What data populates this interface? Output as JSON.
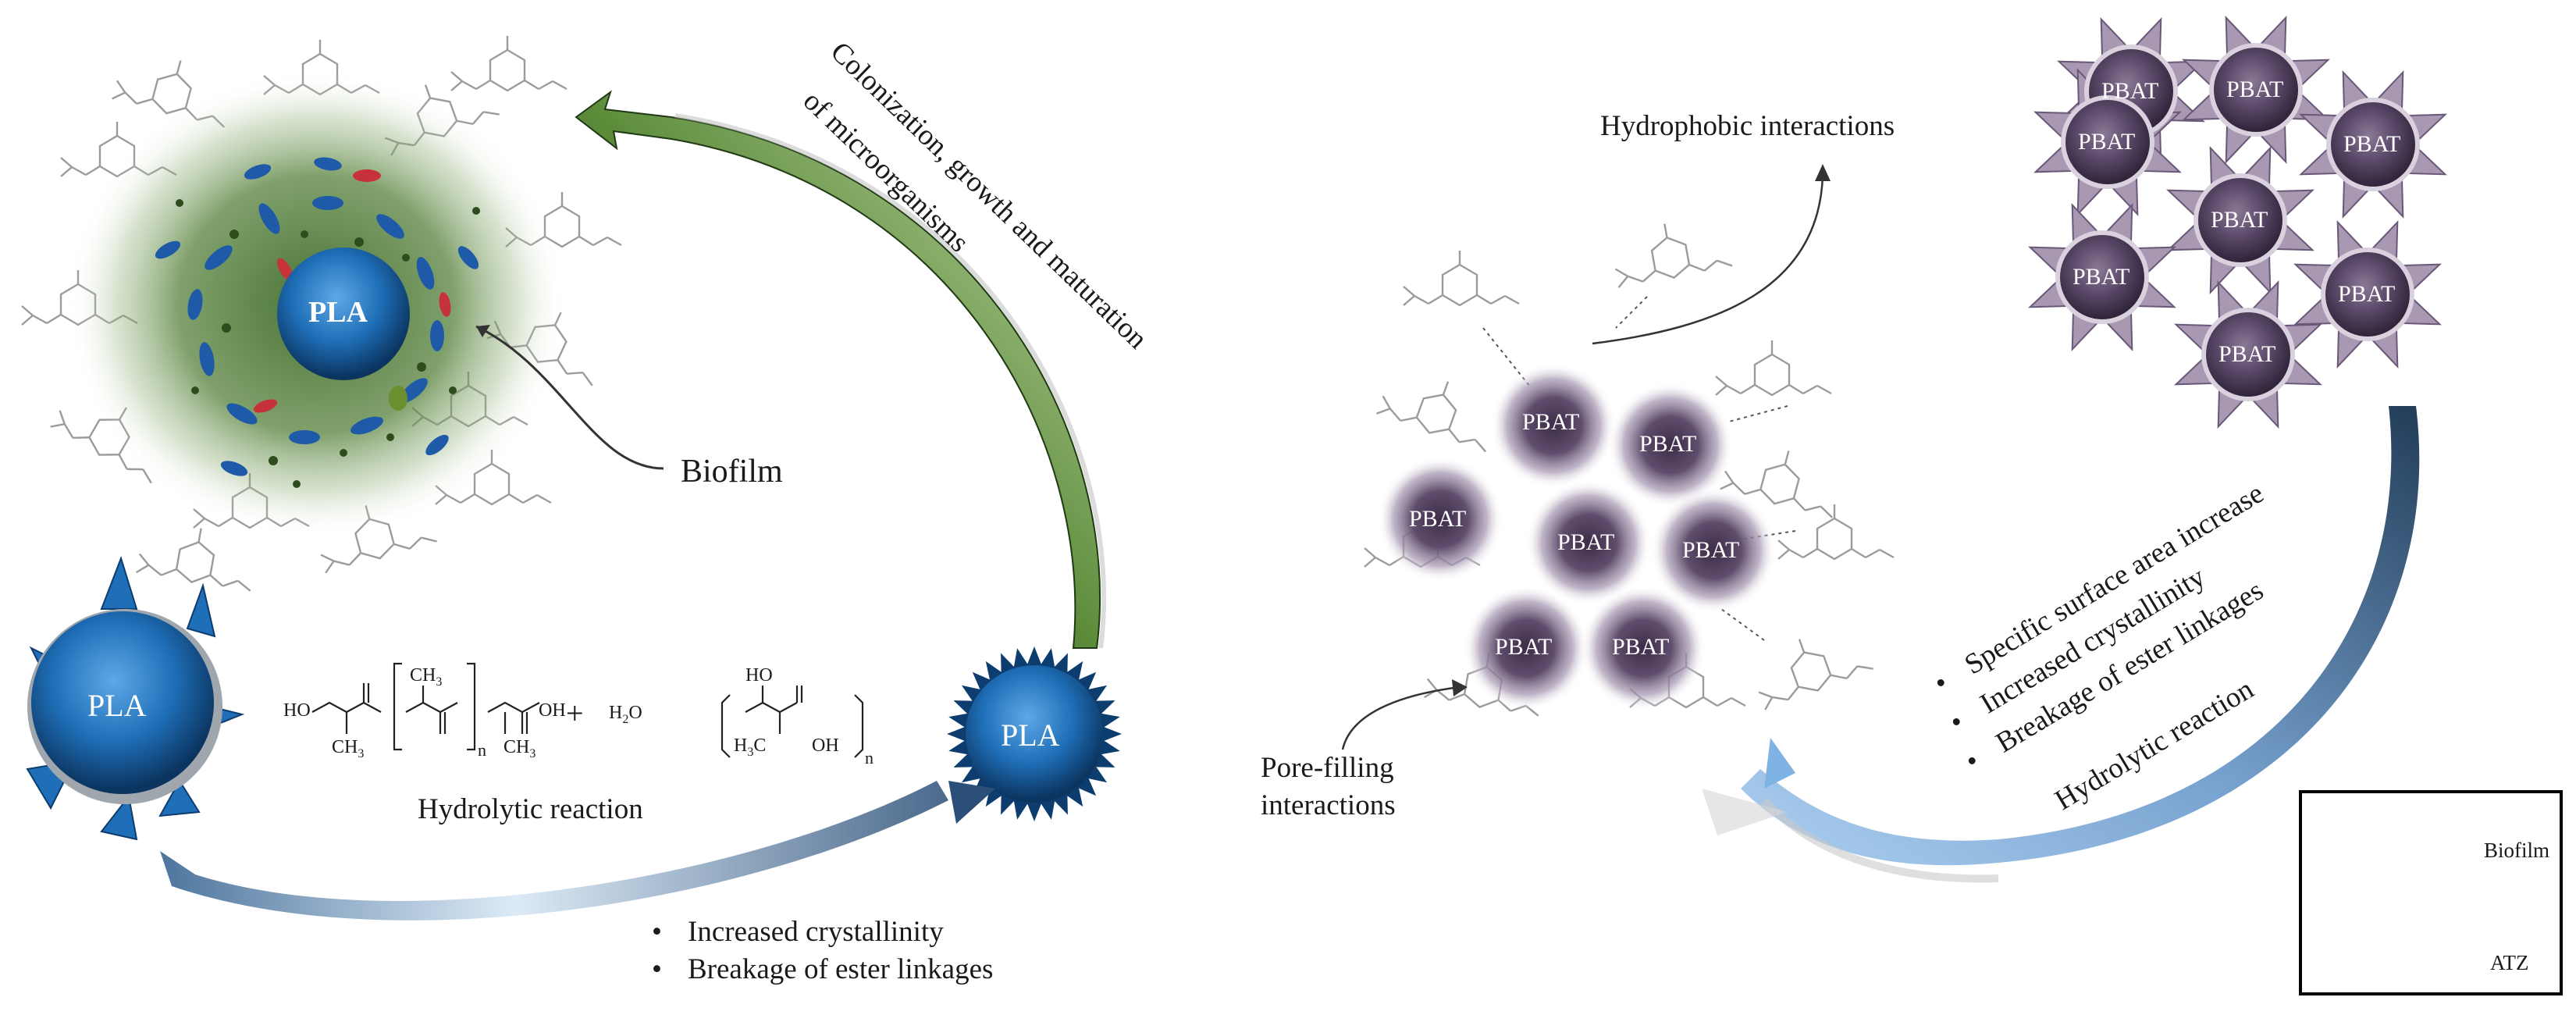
{
  "particles": {
    "pla": "PLA",
    "pbat": "PBAT"
  },
  "labels": {
    "biofilm": "Biofilm",
    "hydrolytic_reaction": "Hydrolytic reaction",
    "hydrophobic_interactions": "Hydrophobic interactions",
    "pore_filling_line1": "Pore-filling",
    "pore_filling_line2": "interactions",
    "colonization_line1": "Colonization, growth and maturation",
    "colonization_line2": "of microorganisms",
    "hydrolytic_reaction_right": "Hydrolytic reaction"
  },
  "pla_bullets": [
    "Increased crystallinity",
    "Breakage of ester linkages"
  ],
  "pbat_bullets": [
    "Specific surface area increase",
    "Increased crystallinity",
    "Breakage of ester linkages"
  ],
  "equation": {
    "left_group": "HO",
    "ch3": "CH",
    "ch3_sub": "3",
    "oh": "OH",
    "n": "n",
    "plus": "+",
    "water": "H",
    "water_sub": "2",
    "water_o": "O",
    "product_ho": "HO",
    "product_h3c": "H",
    "product_h3c_sub": "3",
    "product_c": "C",
    "product_oh": "OH"
  },
  "legend": {
    "biofilm": "Biofilm",
    "atz": "ATZ"
  },
  "colors": {
    "pla_blue": "#1f6fb8",
    "pla_dark": "#0d3c6e",
    "pbat_purple": "#5a4868",
    "biofilm_green": "#3f6b2a",
    "arrow_green": "#3e6a2a",
    "arrow_blue": "#7fb3e3",
    "arrow_navy": "#1b3f66",
    "red_microbe": "#c7323a"
  }
}
